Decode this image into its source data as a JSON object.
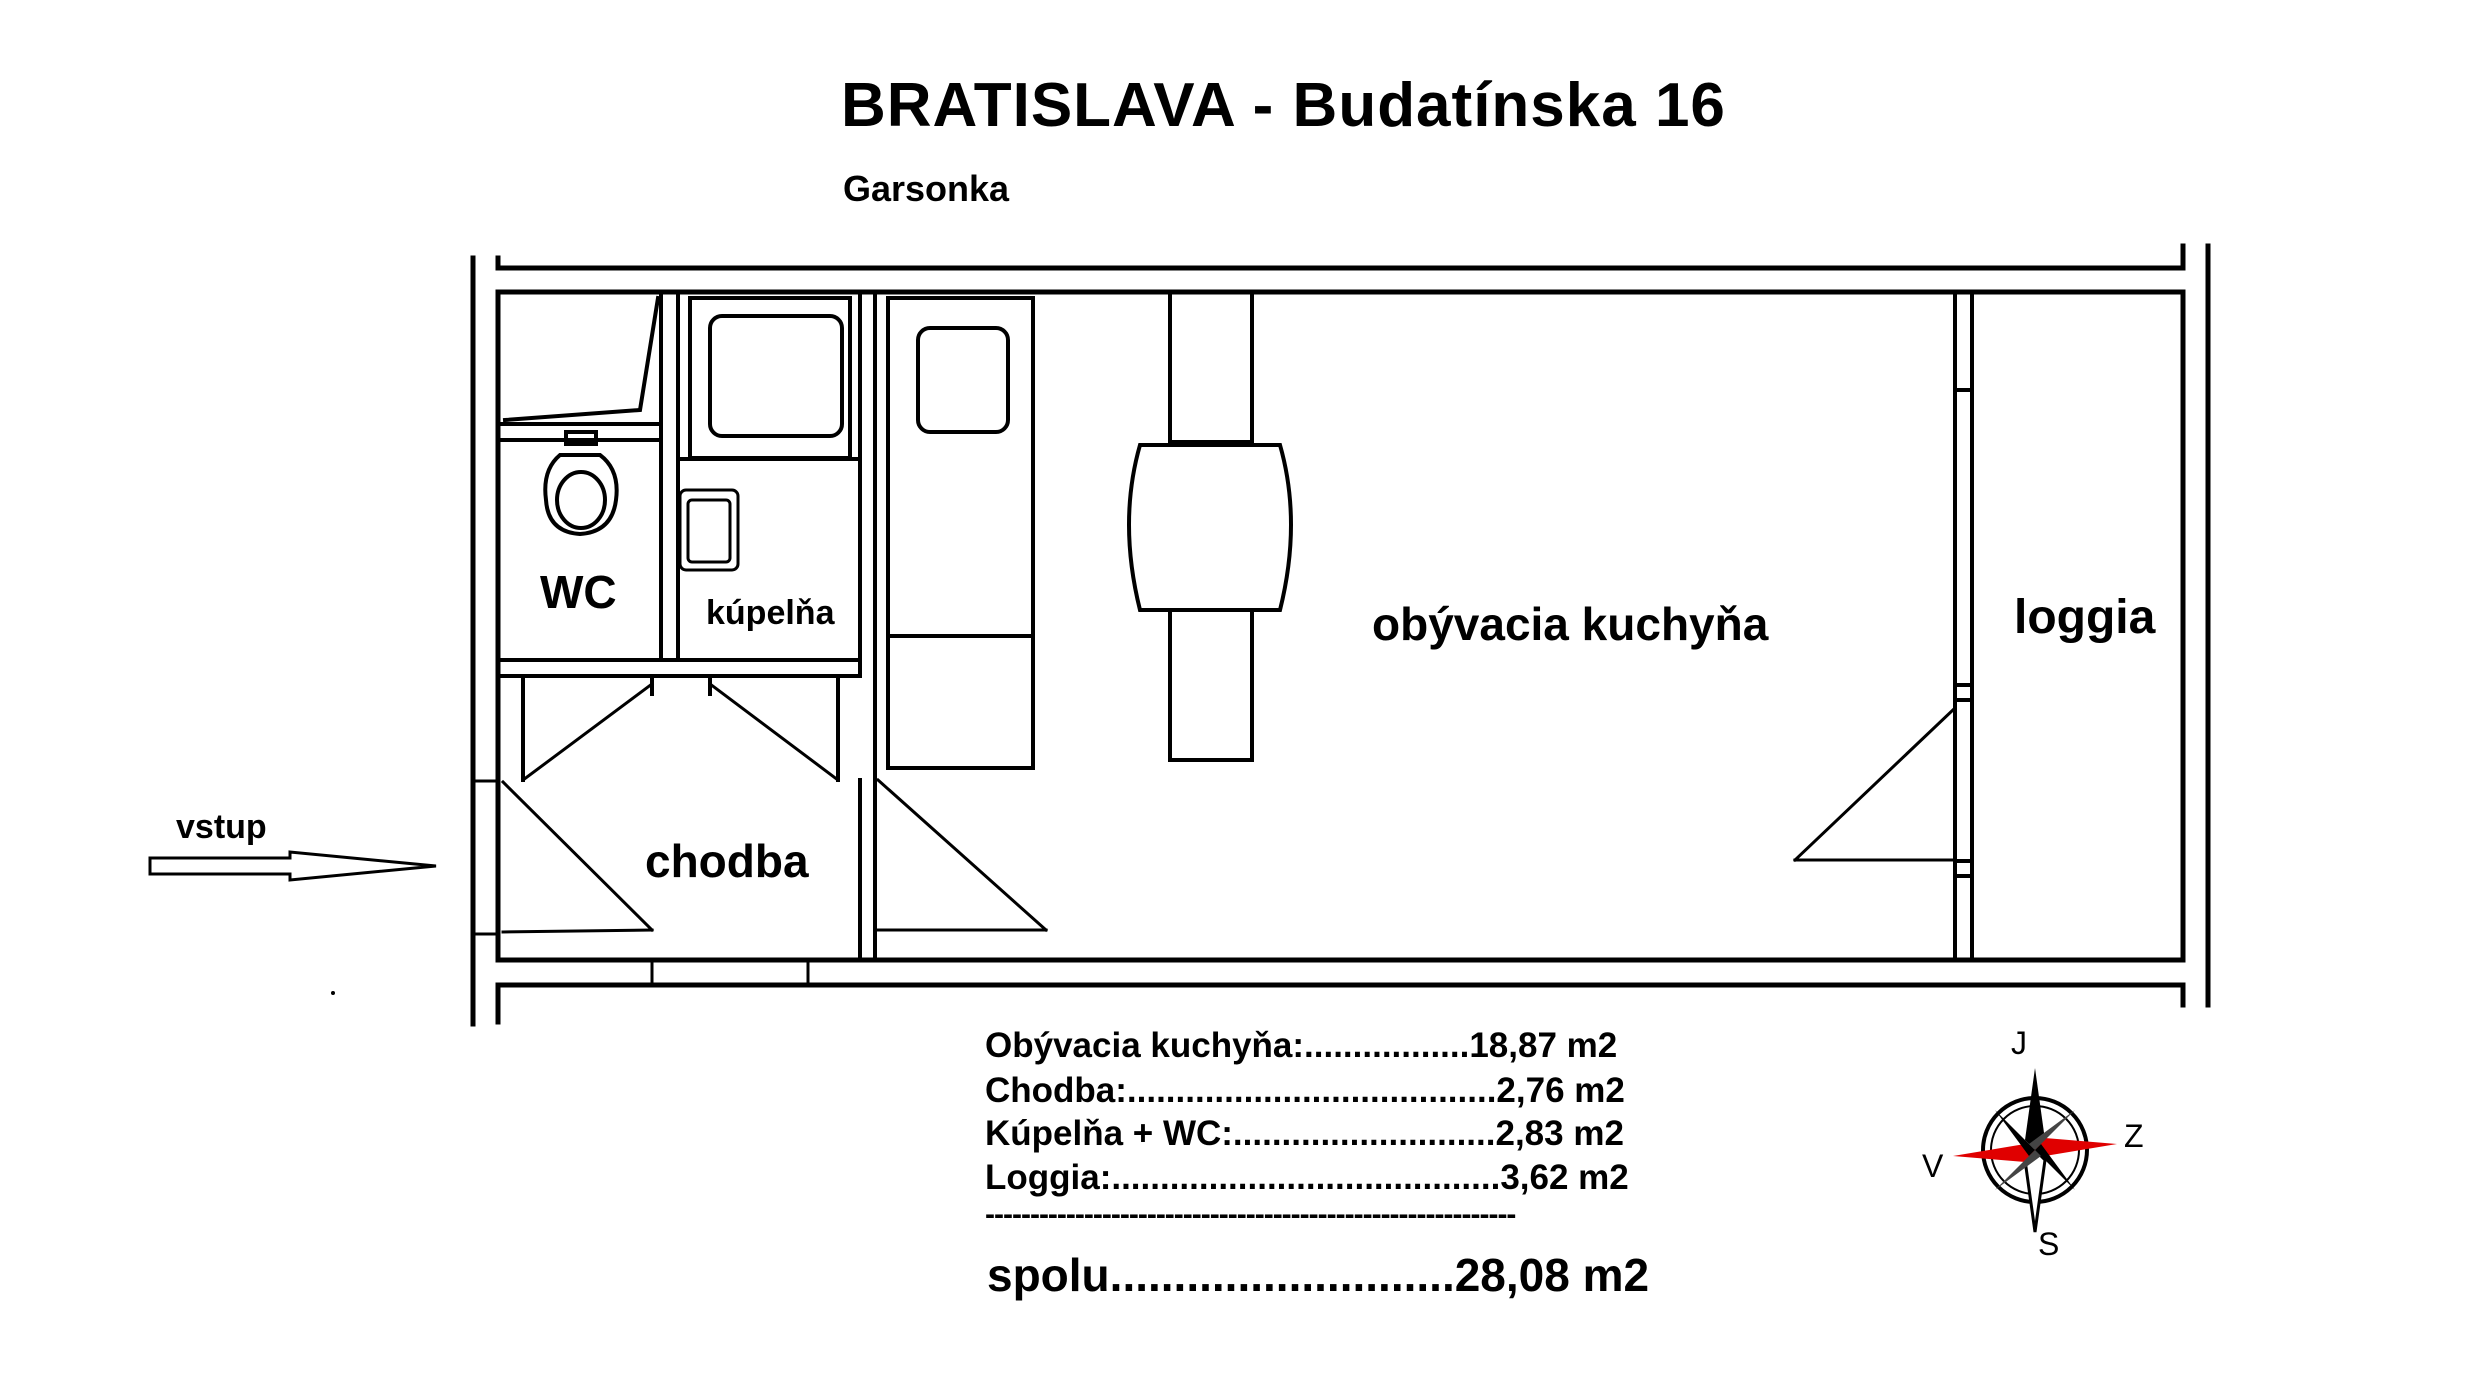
{
  "header": {
    "title": "BRATISLAVA - Budatínska 16",
    "subtitle": "Garsonka"
  },
  "rooms": {
    "wc": "WC",
    "kupelna": "kúpelňa",
    "obyvacia": "obývacia kuchyňa",
    "loggia": "loggia",
    "chodba": "chodba"
  },
  "entrance": {
    "label": "vstup"
  },
  "areas": [
    "Obývacia kuchyňa:.................18,87 m2",
    "Chodba:......................................2,76 m2",
    "Kúpelňa + WC:...........................2,83 m2",
    "Loggia:........................................3,62 m2"
  ],
  "separator": "-----------------------------------------------------------",
  "total": "spolu...........................28,08 m2",
  "compass": {
    "north": "J",
    "east": "Z",
    "west": "V",
    "south": "S",
    "accent_color": "#e00000"
  }
}
